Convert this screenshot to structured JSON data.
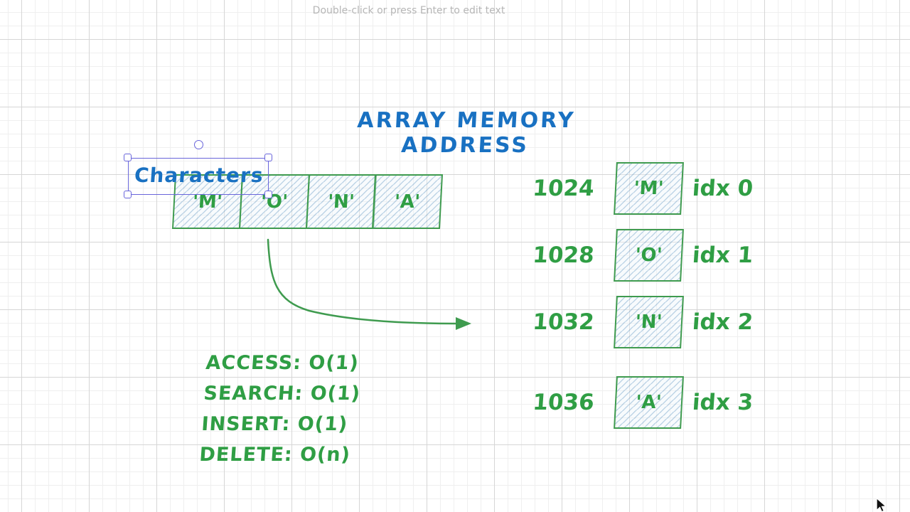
{
  "canvas": {
    "hint": "Double-click or press Enter to edit text",
    "title": "ARRAY MEMORY ADDRESS"
  },
  "colors": {
    "blue": "#1971c2",
    "green": "#2f9e44",
    "selection_purple": "#6965db",
    "hatch_blue": "#7daacd",
    "grid_major": "#d6d6d6",
    "grid_minor": "#efefef",
    "hint_gray": "#b6b6b6"
  },
  "array": {
    "label": "Characters",
    "cells": [
      "'M'",
      "'O'",
      "'N'",
      "'A'"
    ]
  },
  "memory_rows": [
    {
      "address": "1024",
      "value": "'M'",
      "index": "idx 0"
    },
    {
      "address": "1028",
      "value": "'O'",
      "index": "idx 1"
    },
    {
      "address": "1032",
      "value": "'N'",
      "index": "idx 2"
    },
    {
      "address": "1036",
      "value": "'A'",
      "index": "idx 3"
    }
  ],
  "complexity": [
    "ACCESS: O(1)",
    "SEARCH: O(1)",
    "INSERT: O(1)",
    "DELETE: O(n)"
  ]
}
